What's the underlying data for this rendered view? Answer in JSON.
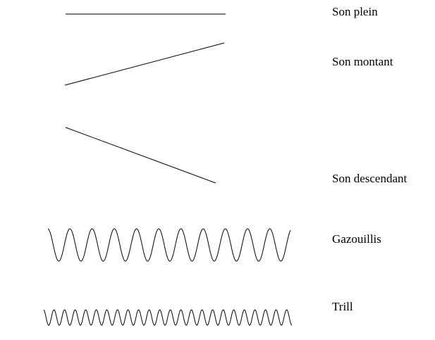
{
  "labels": {
    "son_plein": "Son plein",
    "son_montant": "Son montant",
    "son_descendant": "Son descendant",
    "gazouillis": "Gazouillis",
    "trill": "Trill"
  },
  "colors": {
    "stroke": "#000000",
    "background": "#ffffff",
    "text": "#000000"
  }
}
